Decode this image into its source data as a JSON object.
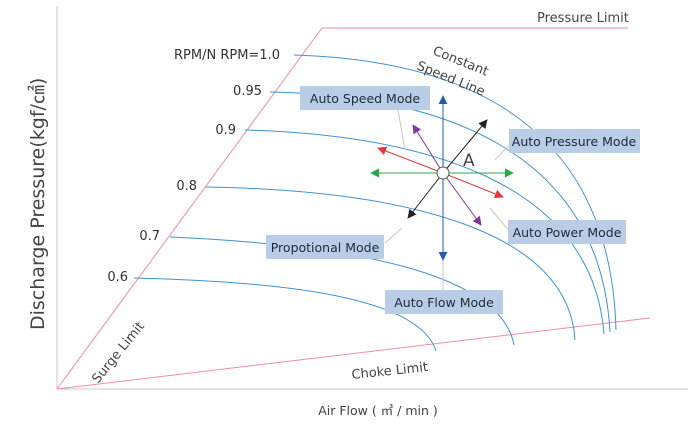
{
  "title_y": "Discharge Pressure(kgf/㎠)",
  "title_x": "Air Flow ( ㎥ / min )",
  "limits": {
    "pressure": "Pressure Limit",
    "surge": "Surge Limit",
    "choke": "Choke Limit"
  },
  "speed_line": {
    "line1": "Constant",
    "line2": "Speed Line"
  },
  "rpm_labels": [
    "RPM/N RPM=1.0",
    "0.95",
    "0.9",
    "0.8",
    "0.7",
    "0.6"
  ],
  "point_label": "A",
  "modes": {
    "auto_speed": "Auto Speed Mode",
    "auto_pressure": "Auto Pressure Mode",
    "auto_power": "Auto Power Mode",
    "propotional": "Propotional Mode",
    "auto_flow": "Auto Flow Mode"
  },
  "colors": {
    "curve": "#3d93d6",
    "limit": "#ee8fa0",
    "mode_box": "#b9cde6",
    "arrow_blue": "#1f5fa8",
    "arrow_green": "#29a84a",
    "arrow_red": "#e23a3a",
    "arrow_purple": "#7a3b9a",
    "arrow_black": "#222222"
  }
}
